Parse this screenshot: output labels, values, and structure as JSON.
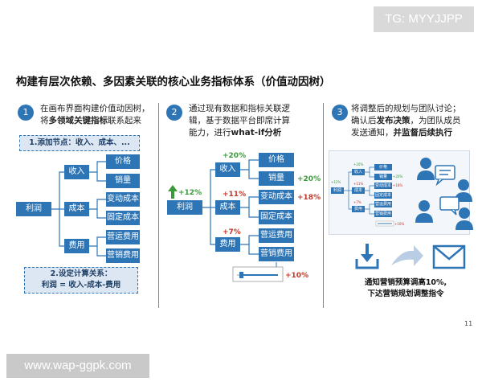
{
  "watermark_top": "TG: MYYJJPP",
  "watermark_bottom": "www.wap-ggpk.com",
  "title": "构建有层次依赖、多因素关联的核心业务指标体系（价值动因树）",
  "steps": [
    {
      "num": "1",
      "line1": "在画布界面构建价值动因树，",
      "line2_pre": "将",
      "line2_bold": "多领域关键指标",
      "line2_post": "联系起来"
    },
    {
      "num": "2",
      "line1": "通过现有数据和指标关联逻",
      "line2": "辑，基于数据平台即席计算",
      "line3_pre": "能力，进行",
      "line3_bold": "what-if分析"
    },
    {
      "num": "3",
      "line1": "将调整后的规划与团队讨论；",
      "line2_pre": "确认后",
      "line2_bold": "发布决策",
      "line2_post": "，为团队成员",
      "line3_pre": "发送通知，",
      "line3_bold": "并监督后续执行"
    }
  ],
  "tree": {
    "root": "利润",
    "l1": [
      "收入",
      "成本",
      "费用"
    ],
    "l2": [
      "价格",
      "销量",
      "变动成本",
      "固定成本",
      "营运费用",
      "营销费用"
    ]
  },
  "callout_top": "1.添加节点：收入、成本、...",
  "callout_bottom_1": "2.设定计算关系：",
  "callout_bottom_2": "利润 = 收入-成本-费用",
  "whatif": {
    "root_pct": "+12%",
    "income_pct": "+20%",
    "cost_pct": "+11%",
    "fee_pct": "+7%",
    "volume_pct": "+20%",
    "varcost_pct": "+18%",
    "slider_pct": "+10%"
  },
  "mini": {
    "root": "利润",
    "l1": [
      "收入",
      "成本",
      "费用"
    ],
    "l2": [
      "价格",
      "销量",
      "变动成本",
      "固定成本",
      "营运费用",
      "营销费用"
    ],
    "pcts": [
      "+12%",
      "+20%",
      "+11%",
      "+7%",
      "+20%",
      "+18%",
      "+10%"
    ]
  },
  "bottom_caption_1": "通知营销预算调高10%,",
  "bottom_caption_2": "下达营销规划调整指令",
  "page_number": "11",
  "colors": {
    "accent": "#2e75b6",
    "callout_bg": "#dde7f3",
    "green": "#3a9a3a",
    "red": "#c0392b"
  }
}
